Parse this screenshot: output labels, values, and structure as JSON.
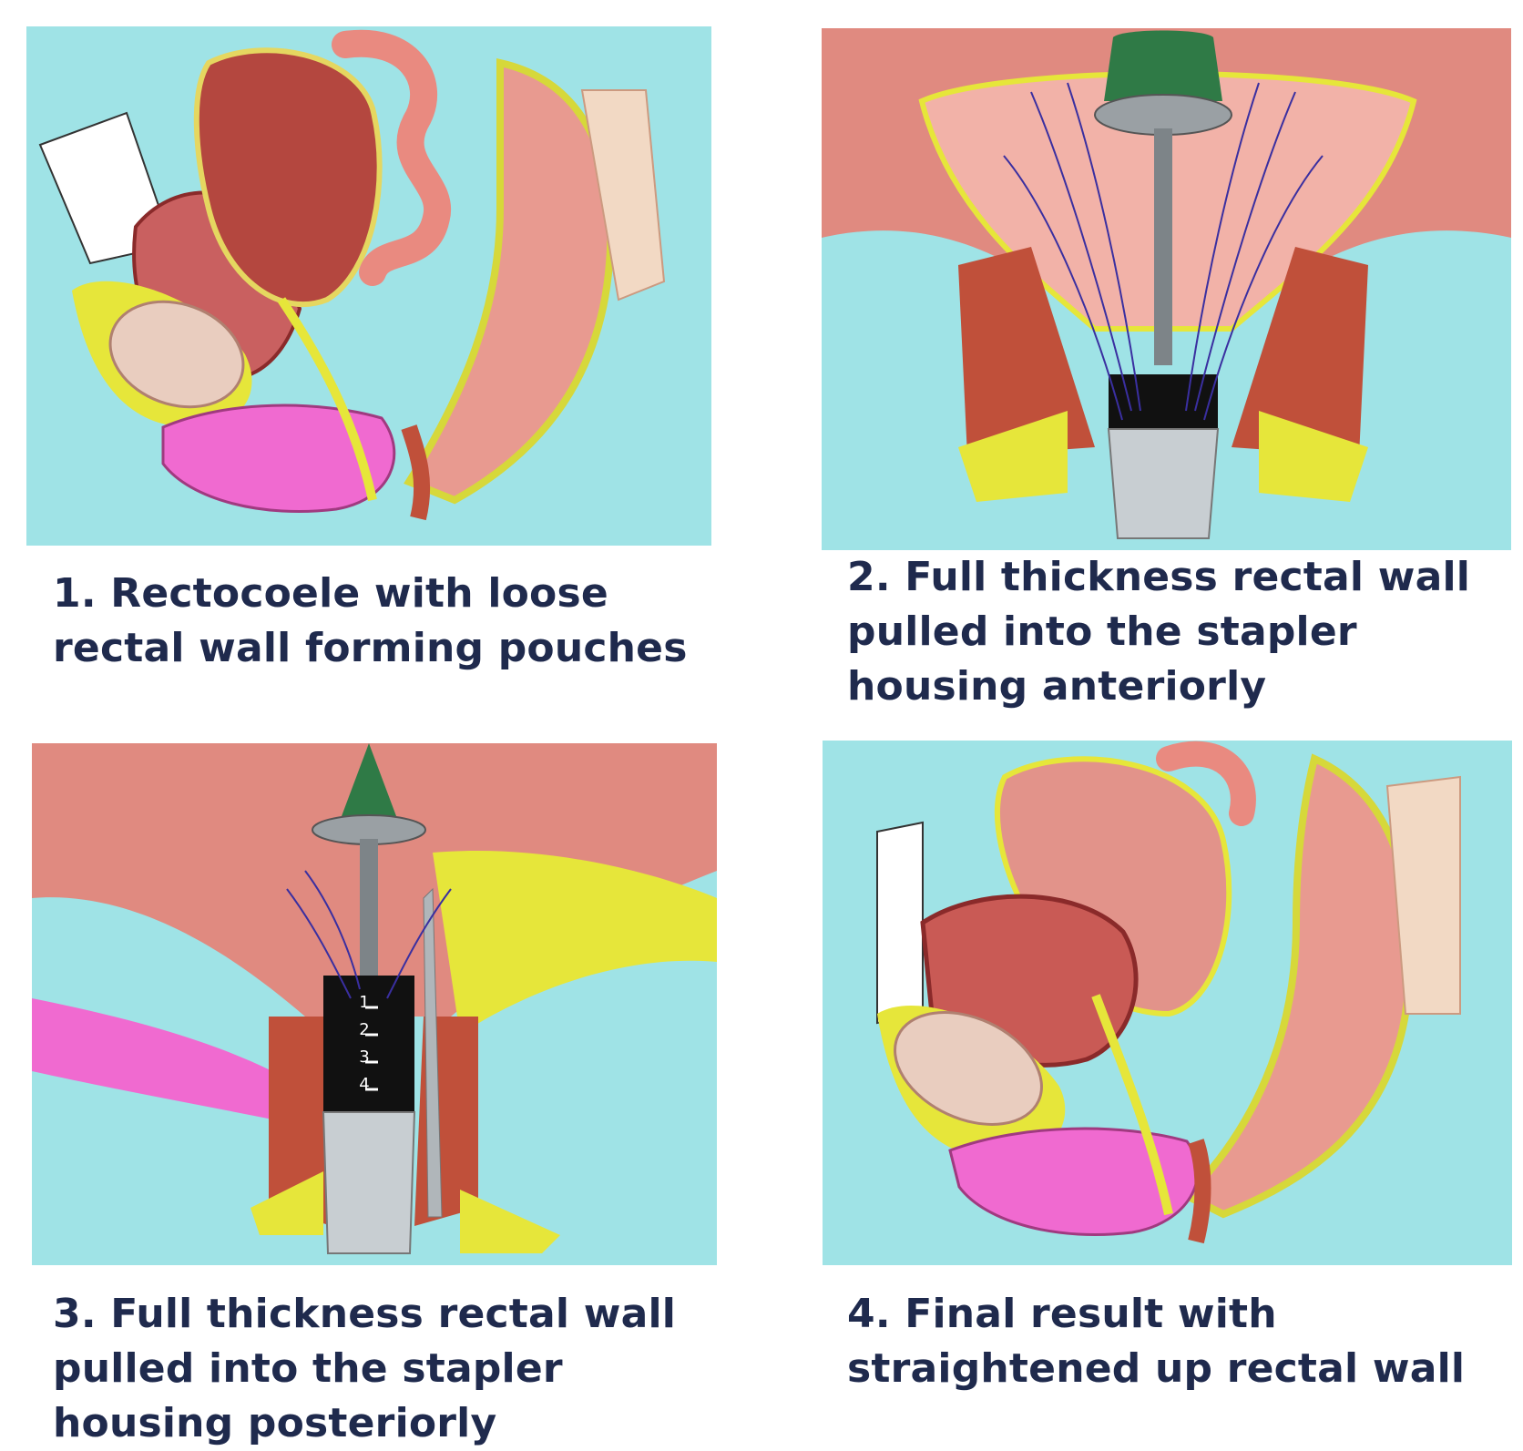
{
  "background": "#ffffff",
  "colors": {
    "caption_text": "#1f2a4d",
    "illustration_background": "#9fe3e6",
    "tissue_pink": "#e98a80",
    "fat_yellow": "#e6e63a",
    "bladder_magenta": "#f06ad0",
    "stapler_green": "#2f7a46",
    "stapler_grey": "#9aa0a4"
  },
  "panels": [
    {
      "id": "panel-1",
      "image_description_icon": "rectocoele-anatomy-illustration",
      "caption_lines": [
        "1. Rectocoele with loose",
        "rectal wall forming pouches"
      ]
    },
    {
      "id": "panel-2",
      "image_description_icon": "stapler-anterior-illustration",
      "caption_lines": [
        "2. Full thickness rectal wall",
        "pulled into the stapler",
        "housing anteriorly"
      ]
    },
    {
      "id": "panel-3",
      "image_description_icon": "stapler-posterior-illustration",
      "stapler_markings": [
        "1",
        "2",
        "3",
        "4"
      ],
      "caption_lines": [
        "3. Full thickness rectal wall",
        "pulled into the stapler",
        "housing posteriorly"
      ]
    },
    {
      "id": "panel-4",
      "image_description_icon": "final-result-anatomy-illustration",
      "caption_lines": [
        "4. Final result with",
        "straightened up rectal wall"
      ]
    }
  ]
}
